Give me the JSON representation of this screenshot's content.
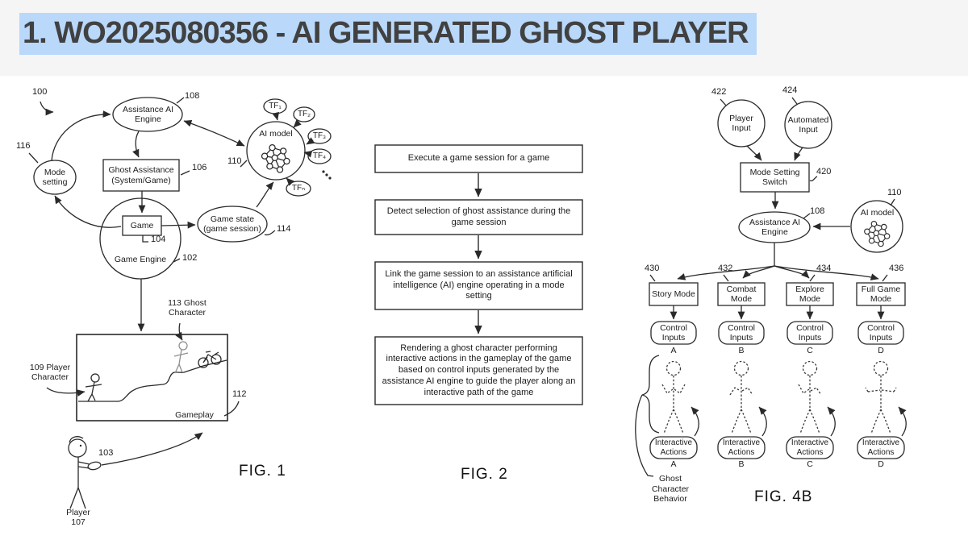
{
  "header": {
    "title": "1. WO2025080356 - AI GENERATED GHOST PLAYER"
  },
  "colors": {
    "highlight": "#b9d8fa",
    "header_bg": "#f5f5f6",
    "ink": "#2a2a2a",
    "ghost_gray": "#8f8f8f"
  },
  "fig1": {
    "caption": "FIG. 1",
    "assistance_ai_engine": "Assistance AI Engine",
    "mode_setting": "Mode setting",
    "ghost_assistance": "Ghost Assistance (System/Game)",
    "game": "Game",
    "game_engine": "Game Engine",
    "game_state": "Game state (game session)",
    "ai_model": "AI model",
    "gameplay": "Gameplay",
    "tf": [
      "TF₁",
      "TF₂",
      "TF₃",
      "TF₄",
      "TFₙ"
    ],
    "ghost_character_label": "113 Ghost Character",
    "player_character_label": "109 Player Character",
    "player_label": "Player 107",
    "refs": {
      "r100": "100",
      "r108": "108",
      "r116": "116",
      "r106": "106",
      "r110": "110",
      "r104": "104",
      "r102": "102",
      "r114": "114",
      "r112": "112",
      "r103": "103"
    }
  },
  "fig2": {
    "caption": "FIG. 2",
    "steps": [
      "Execute a game session for a game",
      "Detect selection of ghost assistance during the game session",
      "Link the game session to an assistance artificial intelligence (AI) engine operating in a mode setting",
      "Rendering a ghost character performing interactive actions in the gameplay of the game based on control inputs generated by the assistance AI engine to guide the player along an interactive path of the game"
    ]
  },
  "fig4b": {
    "caption": "FIG. 4B",
    "player_input": "Player Input",
    "automated_input": "Automated Input",
    "mode_setting_switch": "Mode Setting Switch",
    "assistance_ai_engine": "Assistance AI Engine",
    "ai_model": "AI model",
    "control_inputs": "Control Inputs",
    "interactive_actions": "Interactive Actions",
    "ghost_character_behavior": "Ghost Character Behavior",
    "modes": [
      {
        "label": "Story Mode",
        "ref": "430",
        "letter": "A"
      },
      {
        "label": "Combat Mode",
        "ref": "432",
        "letter": "B"
      },
      {
        "label": "Explore Mode",
        "ref": "434",
        "letter": "C"
      },
      {
        "label": "Full Game Mode",
        "ref": "436",
        "letter": "D"
      }
    ],
    "refs": {
      "r422": "422",
      "r424": "424",
      "r420": "420",
      "r108": "108",
      "r110": "110"
    }
  }
}
